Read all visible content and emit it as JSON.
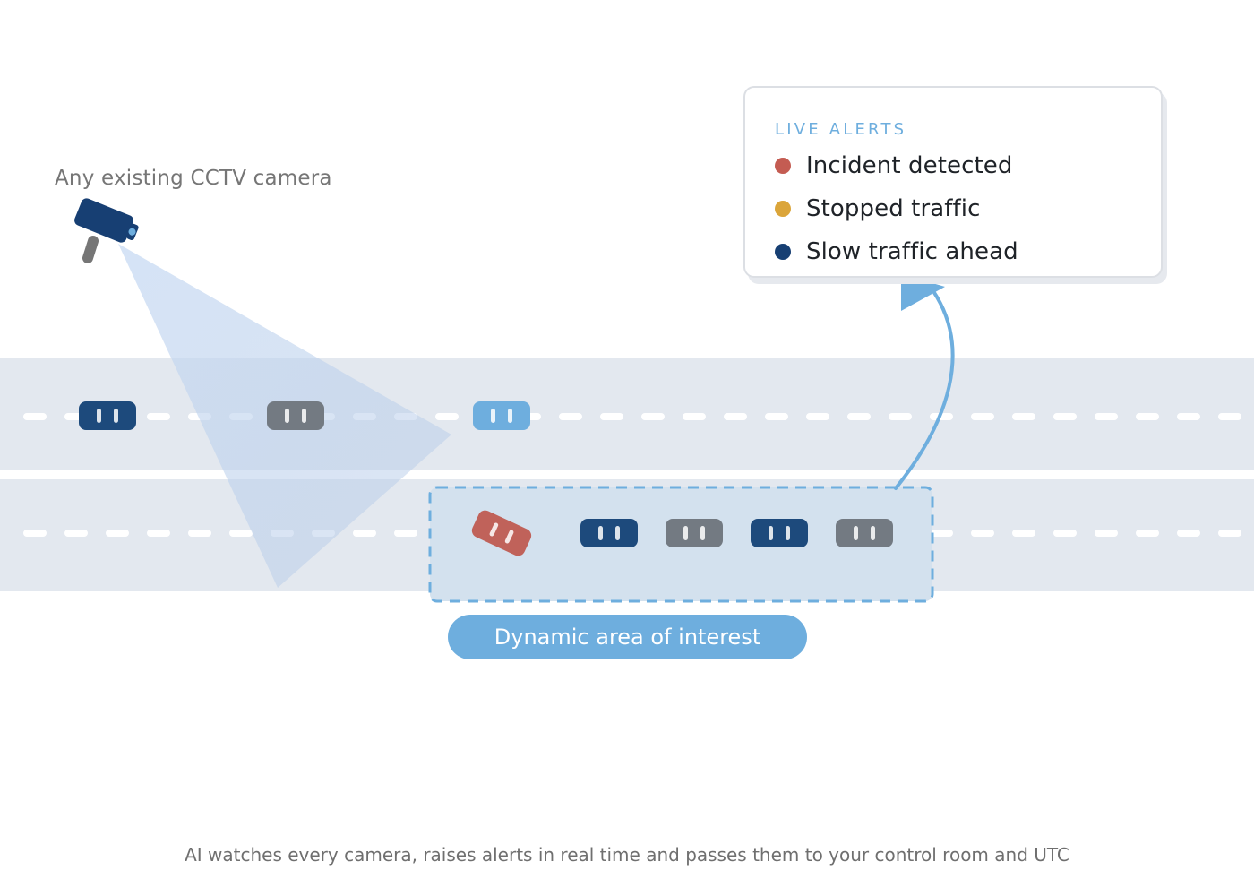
{
  "camera_caption": "Any existing CCTV camera",
  "alerts": {
    "heading": "LIVE ALERTS",
    "items": [
      {
        "label": "Incident detected",
        "color": "#c45c52"
      },
      {
        "label": "Stopped traffic",
        "color": "#dba53a"
      },
      {
        "label": "Slow traffic ahead",
        "color": "#173f73"
      }
    ]
  },
  "area_label": "Dynamic area of interest",
  "footer_caption": "AI watches every camera, raises alerts in real time and passes them to your control room and UTC",
  "colors": {
    "road": "#e3e8ef",
    "lane_marking": "#ffffff",
    "camera_body": "#173f73",
    "camera_mount": "#767676",
    "camera_lens": "#6eaede",
    "fov_cone": "#b8cfee",
    "area_fill": "#d3e1ee",
    "area_border": "#6eaede",
    "arrow": "#6eaede",
    "vehicle_dark_blue": "#1d4a7c",
    "vehicle_grey": "#737a82",
    "vehicle_light_blue": "#6eaede",
    "vehicle_incident": "#c0625a"
  },
  "vehicles": {
    "top_lane": [
      "dark-blue",
      "grey",
      "light-blue"
    ],
    "bottom_lane": [
      "incident",
      "dark-blue",
      "grey",
      "dark-blue",
      "grey"
    ]
  }
}
